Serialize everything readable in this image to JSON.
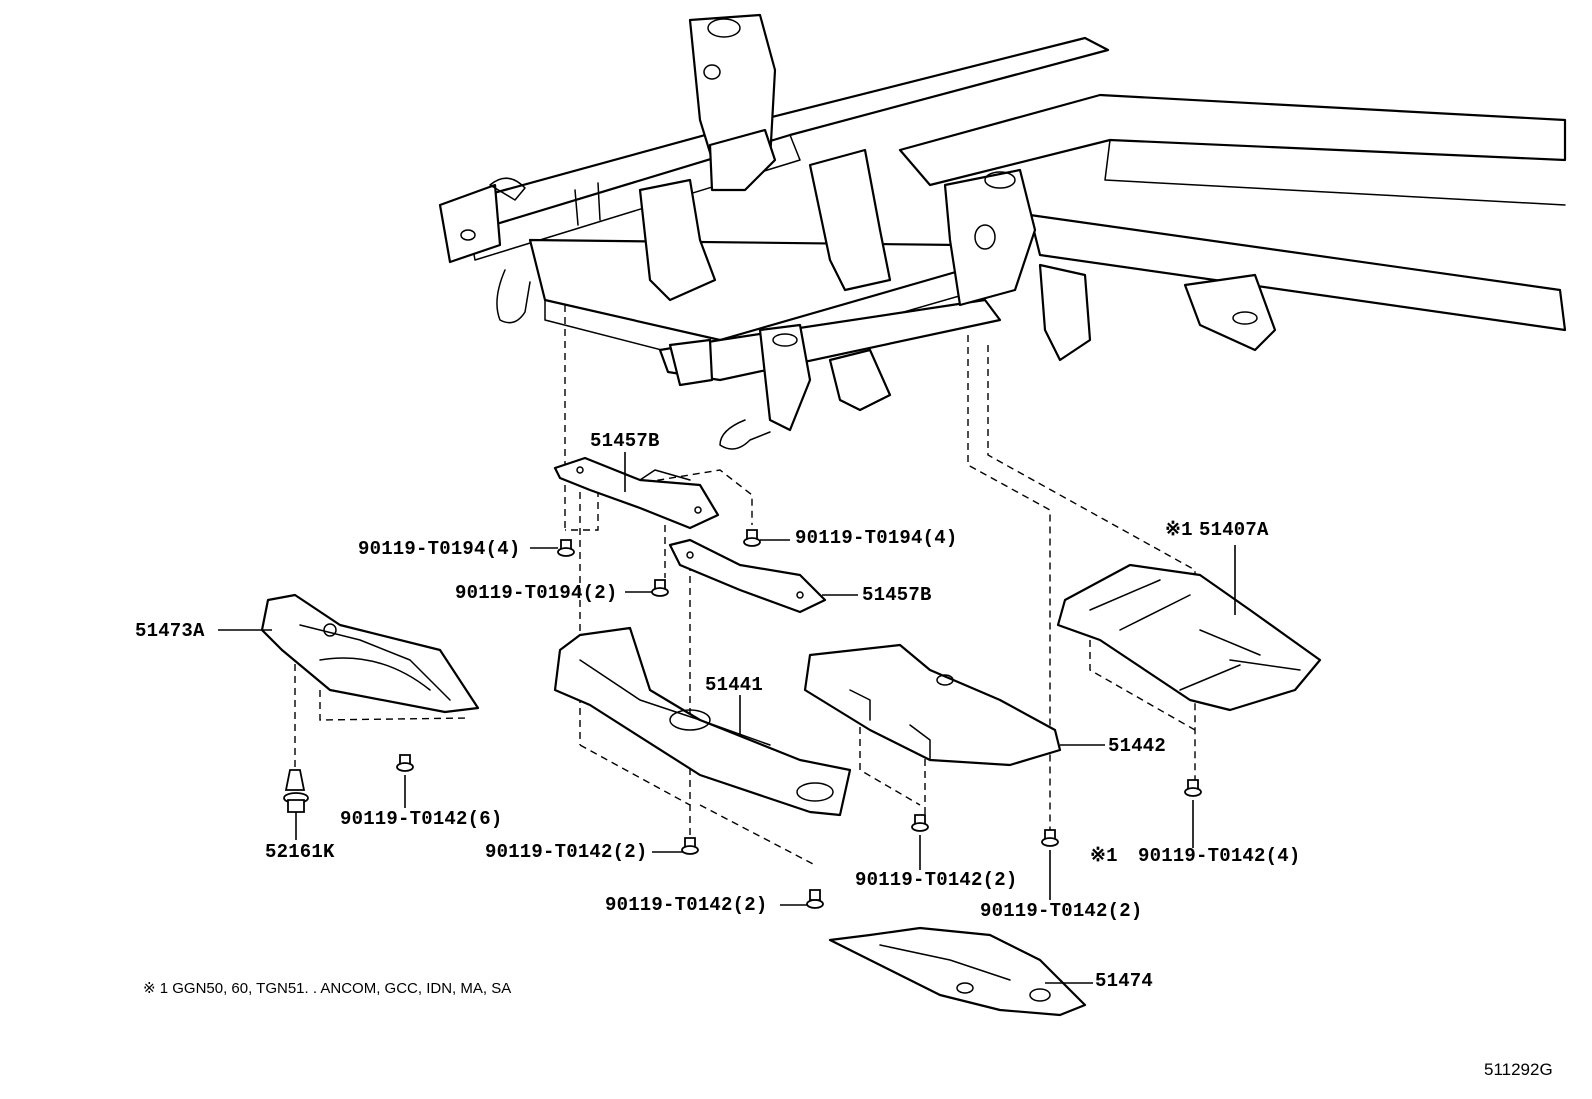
{
  "callouts": {
    "p51457b_top": "51457B",
    "p51457b_mid": "51457B",
    "p51407a_mark": "※1",
    "p51407a": "51407A",
    "p51473a": "51473A",
    "p51441": "51441",
    "p51442": "51442",
    "p52161k": "52161K",
    "p51474": "51474",
    "b_t0194_4_left": "90119-T0194(4)",
    "b_t0194_4_right": "90119-T0194(4)",
    "b_t0194_2": "90119-T0194(2)",
    "b_t0142_6": "90119-T0142(6)",
    "b_t0142_2_a": "90119-T0142(2)",
    "b_t0142_2_b": "90119-T0142(2)",
    "b_t0142_2_c": "90119-T0142(2)",
    "b_t0142_2_d": "90119-T0142(2)",
    "b_t0142_4_mark": "※1",
    "b_t0142_4": "90119-T0142(4)"
  },
  "footnote": "※ 1 GGN50, 60, TGN51. . ANCOM, GCC, IDN, MA, SA",
  "figure_code": "511292G"
}
